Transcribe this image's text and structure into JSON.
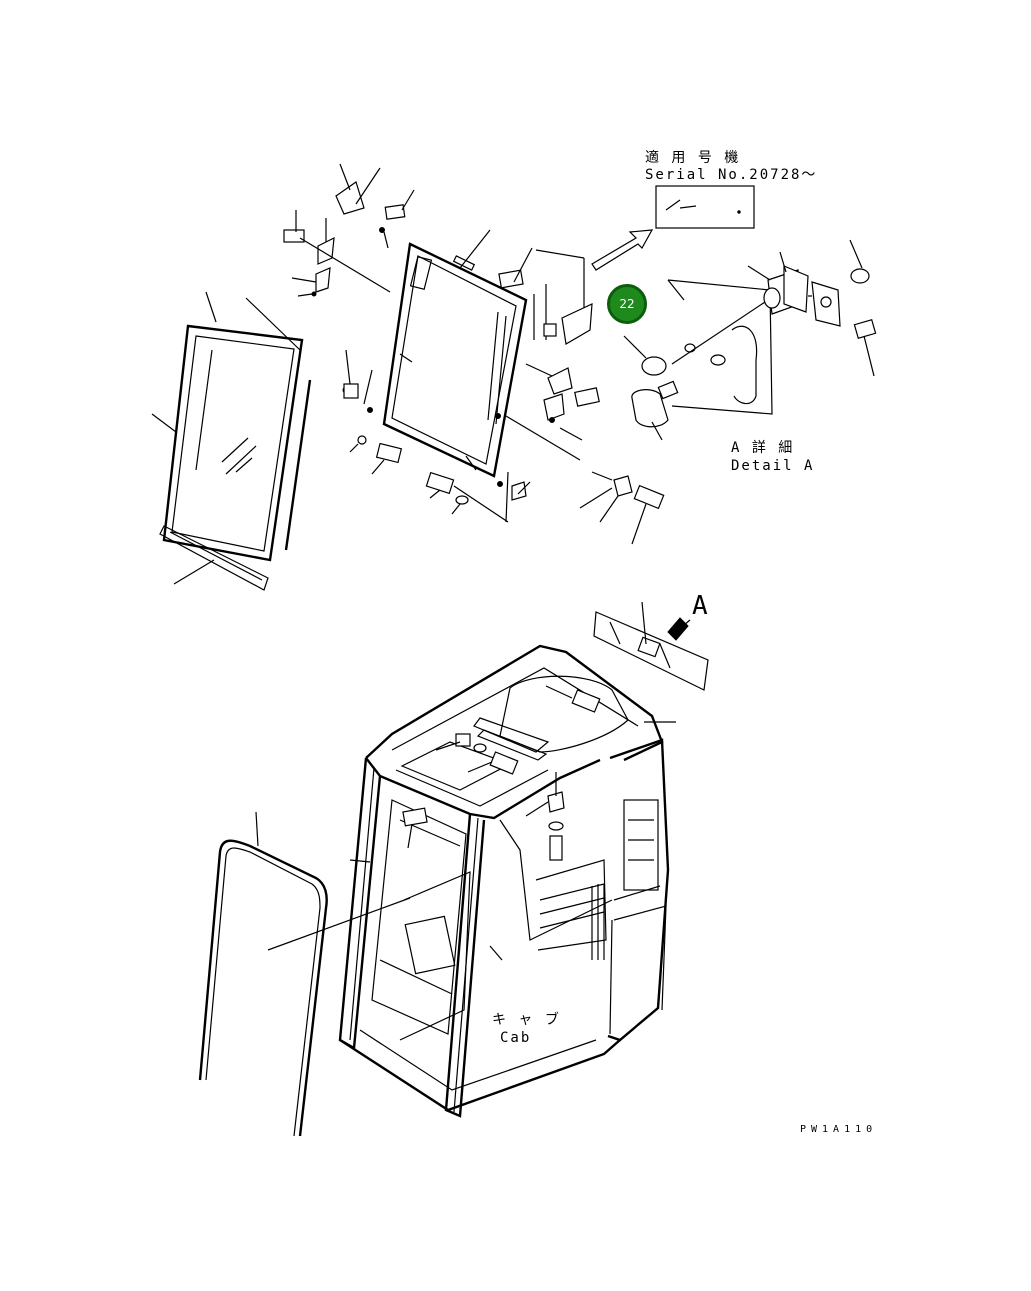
{
  "labels": {
    "serial_jp": "適 用 号 機",
    "serial_en": "Serial No.20728～",
    "detail_jp": "A 詳 細",
    "detail_en": "Detail A",
    "view_letter": "A",
    "cab_jp": "キ ャ ブ",
    "cab_en": "Cab",
    "drawing_code": "PW1A110"
  },
  "callouts": [
    {
      "id": "22",
      "label": "22",
      "color": "#1e8a1e"
    }
  ]
}
